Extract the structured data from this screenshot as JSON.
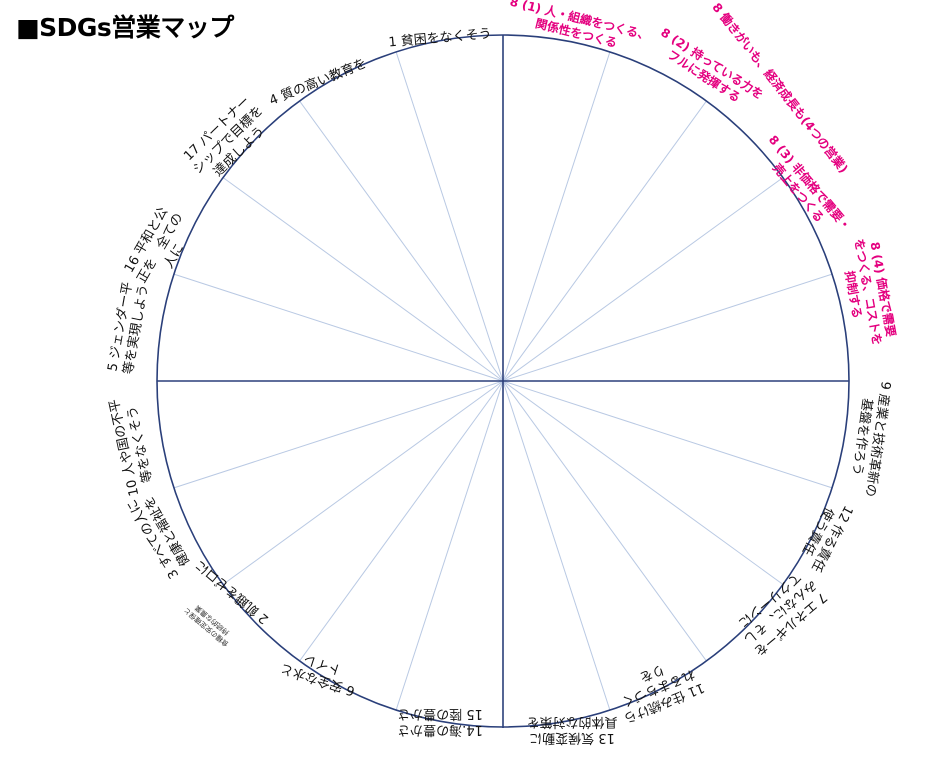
{
  "title": "■SDGs営業マップ",
  "colors": {
    "circle": "#2a3f7a",
    "axis": "#2a3f7a",
    "spoke": "#b9c9e3",
    "label": "#111111",
    "highlight": "#e4007f"
  },
  "labels": [
    {
      "id": "goal-1",
      "lines": [
        "1 貧困をなくそう"
      ],
      "style": "black"
    },
    {
      "id": "goal-8-1",
      "lines": [
        "8 (1) 人・組織をつくる、",
        "関係性をつくる"
      ],
      "style": "red"
    },
    {
      "id": "goal-8-2",
      "lines": [
        "8 (2) 持っている力を",
        "フルに発揮する"
      ],
      "style": "red"
    },
    {
      "id": "goal-8-main",
      "lines": [
        "8 働きがいも、経済成長も(4つの営業)"
      ],
      "style": "red"
    },
    {
      "id": "goal-8-3",
      "lines": [
        "8 (3) 非価格で需要・",
        "売上をつくる"
      ],
      "style": "red"
    },
    {
      "id": "goal-8-4",
      "lines": [
        "8 (4) 価格で需要",
        "をつくる、コストを",
        "抑制する"
      ],
      "style": "red"
    },
    {
      "id": "goal-9",
      "lines": [
        "9 産業と技術革新の",
        "基盤を作ろう"
      ],
      "style": "black"
    },
    {
      "id": "goal-12",
      "lines": [
        "12 作る責任",
        "使う責任"
      ],
      "style": "black"
    },
    {
      "id": "goal-7",
      "lines": [
        "7 エネルギーを",
        "みんなに、そし",
        "てクリーンに"
      ],
      "style": "black"
    },
    {
      "id": "goal-11",
      "lines": [
        "11 住み続けら",
        "れるまちづく",
        "りを"
      ],
      "style": "black"
    },
    {
      "id": "goal-13",
      "lines": [
        "13 気候変動に",
        "具体的な対策を"
      ],
      "style": "black"
    },
    {
      "id": "goal-14-15",
      "lines": [
        "14.海の豊かさ",
        "15 陸の豊かさ"
      ],
      "style": "black"
    },
    {
      "id": "goal-6",
      "lines": [
        "6 安全な水と",
        "トイレ"
      ],
      "style": "black"
    },
    {
      "id": "goal-2",
      "lines": [
        "2 飢餓をゼロに"
      ],
      "style": "black"
    },
    {
      "id": "goal-2-sub",
      "lines": [
        "食糧の安定確保と",
        "持続的な農業"
      ],
      "style": "tiny"
    },
    {
      "id": "goal-3",
      "lines": [
        "3 すべての人に",
        "健康と福祉を"
      ],
      "style": "black"
    },
    {
      "id": "goal-10",
      "lines": [
        "10 人や国の不平",
        "等をなくそう"
      ],
      "style": "black"
    },
    {
      "id": "goal-5",
      "lines": [
        "5 ジェンダー平",
        "等を実現しよう"
      ],
      "style": "black"
    },
    {
      "id": "goal-16",
      "lines": [
        "16 平和と公",
        "正を　全ての",
        "人に"
      ],
      "style": "black"
    },
    {
      "id": "goal-17",
      "lines": [
        "17 パートナー",
        "シップで目標を",
        "達成しよう"
      ],
      "style": "black"
    },
    {
      "id": "goal-4",
      "lines": [
        "4 質の高い教育を"
      ],
      "style": "black"
    }
  ]
}
